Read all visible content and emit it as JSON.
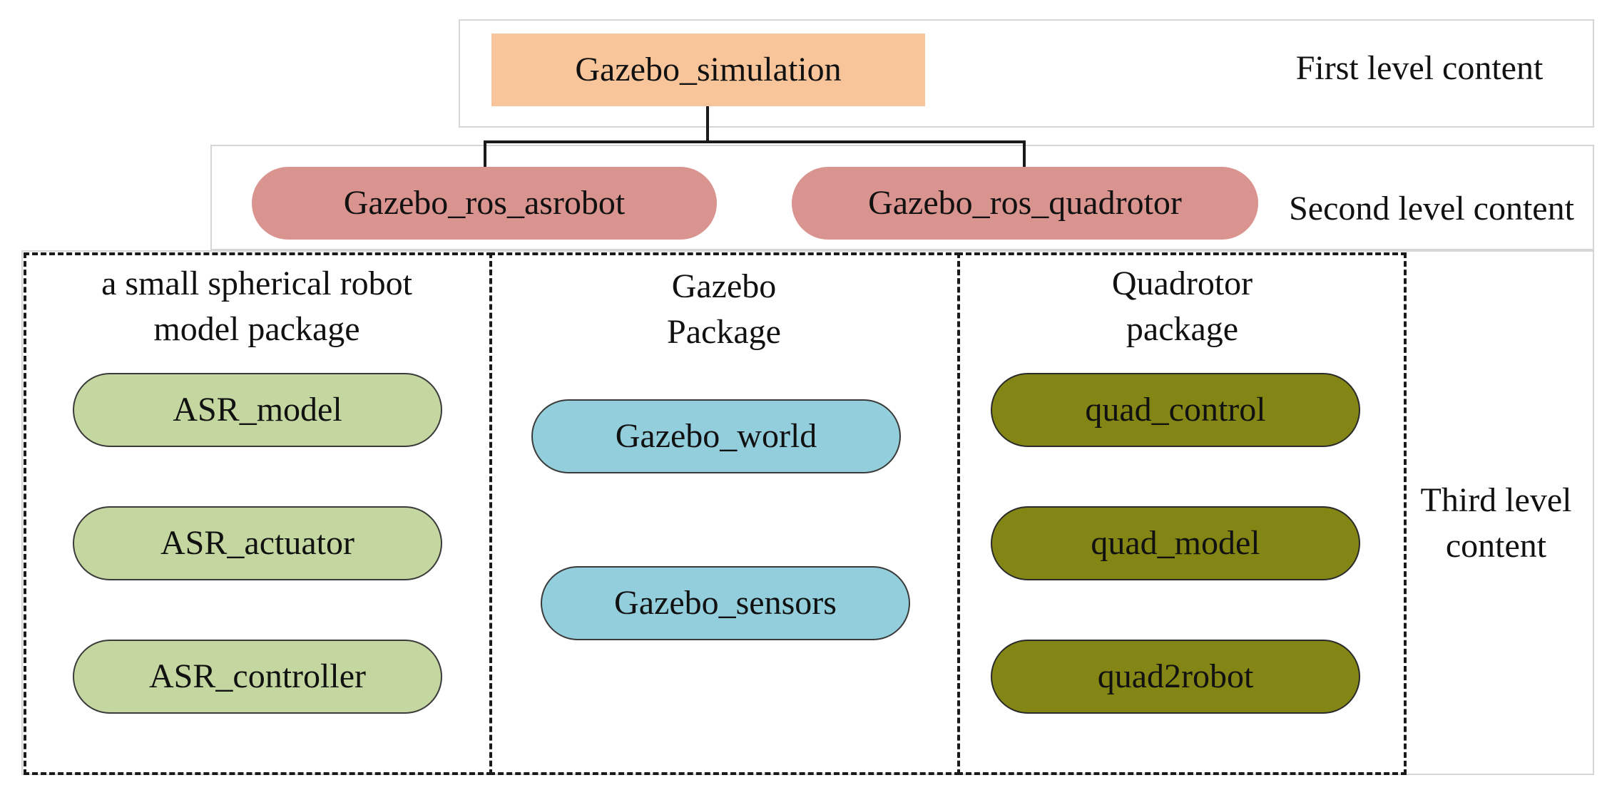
{
  "levels": {
    "first": "First level content",
    "second": "Second level content",
    "third_line1": "Third level",
    "third_line2": "content"
  },
  "root": {
    "label": "Gazebo_simulation",
    "color": "#f8c49a"
  },
  "second_level": [
    {
      "label": "Gazebo_ros_asrobot",
      "color": "#d9948f"
    },
    {
      "label": "Gazebo_ros_quadrotor",
      "color": "#d9948f"
    }
  ],
  "packages": [
    {
      "title_line1": "a small spherical robot",
      "title_line2": "model package",
      "color": "#c4d7a0",
      "items": [
        "ASR_model",
        "ASR_actuator",
        "ASR_controller"
      ]
    },
    {
      "title_line1": "Gazebo",
      "title_line2": "Package",
      "color": "#93cedc",
      "items": [
        "Gazebo_world",
        "Gazebo_sensors"
      ]
    },
    {
      "title_line1": "Quadrotor",
      "title_line2": "package",
      "color": "#838614",
      "items": [
        "quad_control",
        "quad_model",
        "quad2robot"
      ]
    }
  ]
}
